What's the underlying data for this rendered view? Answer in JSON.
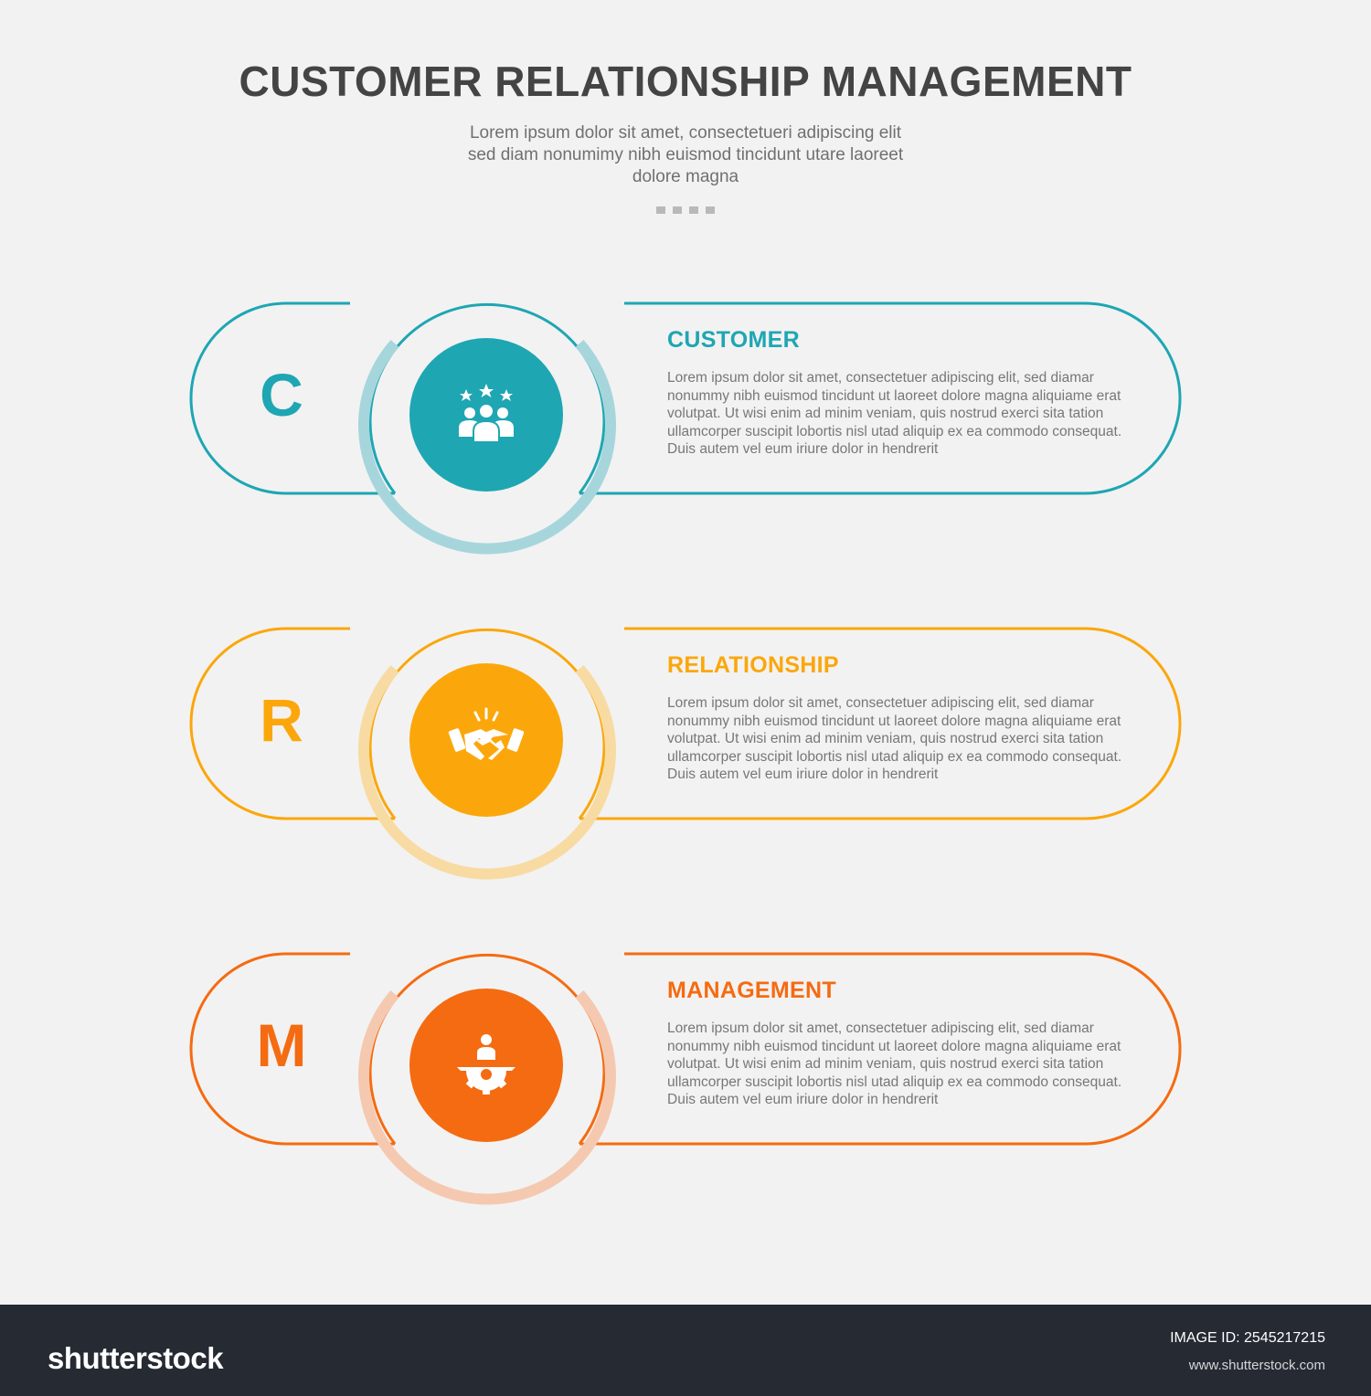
{
  "header": {
    "title": "CUSTOMER RELATIONSHIP MANAGEMENT",
    "subtitle": "Lorem ipsum dolor sit amet, consectetueri adipiscing elit sed diam nonumimy nibh euismod tincidunt utare laoreet dolore magna"
  },
  "items": [
    {
      "letter": "C",
      "title": "CUSTOMER",
      "text": "Lorem ipsum dolor sit amet, consectetuer adipiscing elit, sed diamar nonummy nibh euismod tincidunt ut laoreet dolore magna aliquiame erat volutpat. Ut wisi enim ad minim veniam, quis nostrud exerci sita tation ullamcorper suscipit lobortis nisl utad aliquip ex ea commodo consequat. Duis autem vel eum iriure dolor in hendrerit",
      "icon": "team-stars-icon",
      "color": "#1ea6b3",
      "ring_color": "#a6d6dc"
    },
    {
      "letter": "R",
      "title": "RELATIONSHIP",
      "text": "Lorem ipsum dolor sit amet, consectetuer adipiscing elit, sed diamar nonummy nibh euismod tincidunt ut laoreet dolore magna aliquiame erat volutpat. Ut wisi enim ad minim veniam, quis nostrud exerci sita tation ullamcorper suscipit lobortis nisl utad aliquip ex ea commodo consequat. Duis autem vel eum iriure dolor in hendrerit",
      "icon": "handshake-icon",
      "color": "#fba70b",
      "ring_color": "#f8dba2"
    },
    {
      "letter": "M",
      "title": "MANAGEMENT",
      "text": "Lorem ipsum dolor sit amet, consectetuer adipiscing elit, sed diamar nonummy nibh euismod tincidunt ut laoreet dolore magna aliquiame erat volutpat. Ut wisi enim ad minim veniam, quis nostrud exerci sita tation ullamcorper suscipit lobortis nisl utad aliquip ex ea commodo consequat. Duis autem vel eum iriure dolor in hendrerit",
      "icon": "person-gear-icon",
      "color": "#f56b11",
      "ring_color": "#f5c9b0"
    }
  ],
  "footer": {
    "logo": "shutterstock",
    "image_id": "IMAGE ID: 2545217215",
    "url": "www.shutterstock.com"
  }
}
